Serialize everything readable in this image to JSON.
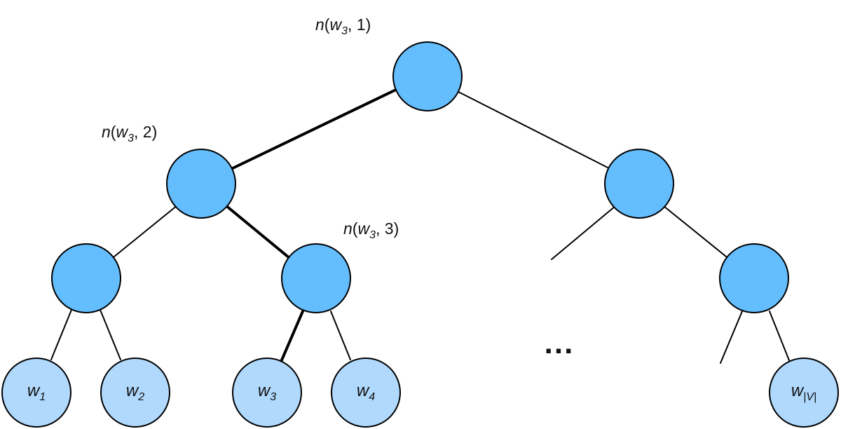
{
  "colors": {
    "inner_fill": "#64bdfd",
    "leaf_fill": "#b0d9fd",
    "stroke": "#000000"
  },
  "annotations": {
    "root": {
      "fn": "n",
      "var": "w",
      "sub": "3",
      "arg": "1"
    },
    "level2": {
      "fn": "n",
      "var": "w",
      "sub": "3",
      "arg": "2"
    },
    "level3": {
      "fn": "n",
      "var": "w",
      "sub": "3",
      "arg": "3"
    }
  },
  "leaves": [
    {
      "var": "w",
      "sub": "1"
    },
    {
      "var": "w",
      "sub": "2"
    },
    {
      "var": "w",
      "sub": "3"
    },
    {
      "var": "w",
      "sub": "4"
    },
    {
      "var": "w",
      "sub": "|V|"
    }
  ],
  "ellipsis": "..."
}
